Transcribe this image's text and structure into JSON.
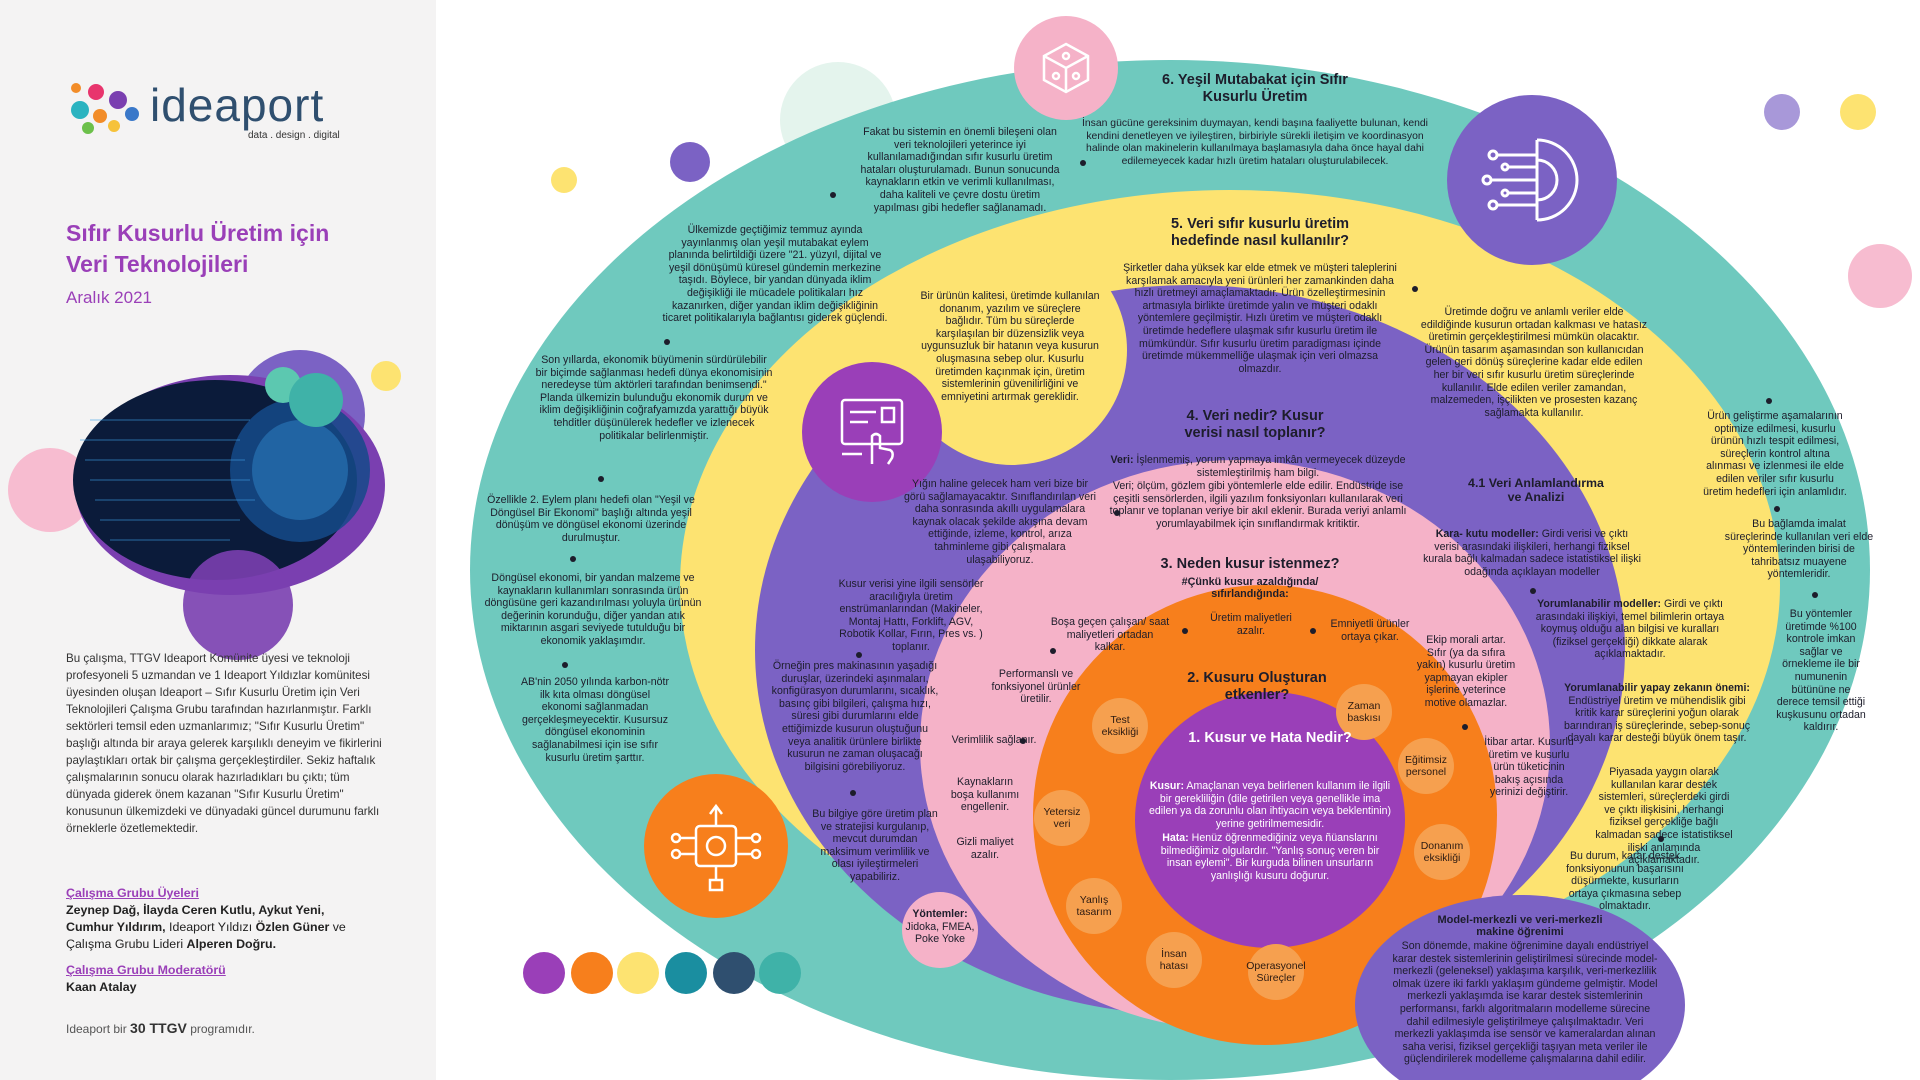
{
  "colors": {
    "purple": "#7b62c4",
    "teal": "#6fc9be",
    "yellow": "#fde371",
    "pink": "#f5b2c8",
    "orange": "#f77f1c",
    "magenta": "#9a3fb8",
    "navy": "#2f4f6f"
  },
  "sidebar": {
    "logo_word": "ideaport",
    "logo_tagline": "data . design . digital",
    "title_line1": "Sıfır Kusurlu Üretim için",
    "title_line2": "Veri Teknolojileri",
    "date": "Aralık 2021",
    "intro": "Bu çalışma, TTGV Ideaport Komünite üyesi ve teknoloji profesyoneli 5 uzmandan ve 1 Ideaport Yıldızlar komünitesi üyesinden oluşan Ideaport – Sıfır Kusurlu Üretim için Veri Teknolojileri Çalışma Grubu tarafından hazırlanmıştır. Farklı sektörleri temsil eden uzmanlarımız; \"Sıfır Kusurlu Üretim\" başlığı altında bir araya gelerek karşılıklı deneyim ve fikirlerini paylaştıkları ortak bir çalışma gerçekleştirdiler. Sekiz haftalık çalışmalarının sonucu olarak hazırladıkları bu çıktı; tüm dünyada giderek önem kazanan \"Sıfır Kusurlu Üretim\" konusunun ülkemizdeki ve dünyadaki güncel durumunu farklı örneklerle özetlemektedir.",
    "members_heading": "Çalışma Grubu Üyeleri",
    "members_line1": "Zeynep Dağ, İlayda Ceren Kutlu, Aykut Yeni,",
    "members_line2a": "Cumhur Yıldırım,",
    "members_line2b": " Ideaport Yıldızı ",
    "members_line2c": "Özlen Güner",
    "members_line2d": " ve",
    "members_line3a": "Çalışma Grubu Lideri ",
    "members_line3b": "Alperen Doğru.",
    "moderator_heading": "Çalışma Grubu Moderatörü",
    "moderator_name": "Kaan Atalay",
    "footer_pre": "Ideaport bir",
    "footer_logo": "30 TTGV",
    "footer_post": "programıdır."
  },
  "diagram": {
    "s6": {
      "title": "6. Yeşil Mutabakat için Sıfır Kusurlu Üretim",
      "p1": "İnsan gücüne gereksinim duymayan, kendi başına faaliyette bulunan, kendi kendini denetleyen ve iyileştiren, birbiriyle sürekli iletişim ve koordinasyon halinde olan makinelerin kullanılmaya başlamasıyla daha önce hayal dahi edilemeyecek kadar hızlı üretim hataları oluşturulabilecek.",
      "p2": "Fakat bu sistemin en önemli bileşeni olan veri teknolojileri yeterince iyi kullanılamadığından sıfır kusurlu üretim hataları oluşturulamadı. Bunun sonucunda kaynakların etkin ve verimli kullanılması, daha kaliteli ve çevre dostu üretim yapılması gibi hedefler sağlanamadı.",
      "p3": "Ülkemizde geçtiğimiz temmuz ayında yayınlanmış olan yeşil mutabakat eylem planında belirtildiği üzere \"21. yüzyıl, dijital ve yeşil dönüşümü küresel gündemin merkezine taşıdı. Böylece, bir yandan dünyada iklim değişikliği ile mücadele politikaları hız kazanırken, diğer yandan iklim değişikliğinin ticaret politikalarıyla bağlantısı giderek güçlendi.",
      "p4": "Son yıllarda, ekonomik büyümenin sürdürülebilir bir biçimde sağlanması hedefi dünya ekonomisinin neredeyse tüm aktörleri tarafından benimsendi.\" Planda ülkemizin bulunduğu ekonomik durum ve iklim değişikliğinin coğrafyamızda yarattığı büyük tehditler düşünülerek hedefler ve izlenecek politikalar belirlenmiştir.",
      "p5": "Özellikle 2. Eylem planı hedefi olan \"Yeşil ve Döngüsel Bir Ekonomi\" başlığı altında yeşil dönüşüm ve döngüsel ekonomi üzerinde durulmuştur.",
      "p6": "Döngüsel ekonomi, bir yandan malzeme ve kaynakların kullanımları sonrasında ürün döngüsüne geri kazandırılması yoluyla ürünün değerinin korunduğu, diğer yandan atık miktarının asgari seviyede tutulduğu bir ekonomik yaklaşımdır.",
      "p7": "AB'nin 2050 yılında karbon-nötr ilk kıta olması döngüsel ekonomi sağlanmadan gerçekleşmeyecektir. Kusursuz döngüsel ekonominin sağlanabilmesi için ise sıfır kusurlu üretim şarttır.",
      "r1": "Ürün geliştirme aşamalarının optimize edilmesi, kusurlu ürünün hızlı tespit edilmesi, süreçlerin kontrol altına alınması ve izlenmesi ile elde edilen veriler sıfır kusurlu üretim hedefleri için anlamlıdır.",
      "r2": "Bu bağlamda imalat süreçlerinde kullanılan veri elde yöntemlerinden birisi de tahribatsız muayene yöntemleridir.",
      "r3": "Bu yöntemler üretimde %100 kontrole imkan sağlar ve örnekleme ile bir numunenin bütününe ne derece temsil ettiği kuşkusunu ortadan kaldırır."
    },
    "s5": {
      "title": "5. Veri sıfır kusurlu üretim hedefinde nasıl kullanılır?",
      "p1": "Şirketler daha yüksek kar elde etmek ve müşteri taleplerini karşılamak amacıyla yeni ürünleri her zamankinden daha hızlı üretmeyi amaçlamaktadır. Ürün özelleştirmesinin artmasıyla birlikte üretimde yalın ve müşteri odaklı yöntemlere geçilmiştir. Hızlı üretim ve müşteri odaklı üretimde hedeflere ulaşmak sıfır kusurlu üretim ile mümkündür. Sıfır kusurlu üretim paradigması içinde üretimde mükemmelliğe ulaşmak için veri olmazsa olmazdır.",
      "p2": "Üretimde doğru ve anlamlı veriler elde edildiğinde kusurun ortadan kalkması ve hatasız üretimin gerçekleştirilmesi mümkün olacaktır. Ürünün tasarım aşamasından son kullanıcıdan gelen geri dönüş süreçlerine kadar elde edilen her bir veri sıfır kusurlu üretim süreçlerinde kullanılır. Elde edilen veriler zamandan, malzemeden, işçilikten ve prosesten kazanç sağlamakta kullanılır.",
      "bubble": "Bir ürünün kalitesi, üretimde kullanılan donanım, yazılım ve süreçlere bağlıdır. Tüm bu süreçlerde karşılaşılan bir düzensizlik veya uygunsuzluk bir hatanın veya kusurun oluşmasına sebep olur. Kusurlu üretimden kaçınmak için, üretim sistemlerinin güvenilirliğini ve emniyetini artırmak gereklidir."
    },
    "s4": {
      "title": "4. Veri nedir? Kusur verisi nasıl toplanır?",
      "p1_label": "Veri:",
      "p1": " İşlenmemiş, yorum yapmaya imkân vermeyecek düzeyde sistemleştirilmiş ham bilgi.",
      "p2": "Veri; ölçüm, gözlem gibi yöntemlerle elde edilir. Endüstride ise çeşitli sensörlerden, ilgili yazılım fonksiyonları kullanılarak veri toplanır ve toplanan veriye bir akıl eklenir. Burada veriyi anlamlı yorumlayabilmek için sınıflandırmak kritiktir.",
      "p3": "Yığın haline gelecek ham veri bize bir görü sağlamayacaktır. Sınıflandırılan veri daha sonrasında akıllı uygulamalara kaynak olacak şekilde akışına devam ettiğinde, izleme, kontrol, arıza tahminleme gibi çalışmalara ulaşabiliyoruz.",
      "p4": "Kusur verisi yine ilgili sensörler aracılığıyla üretim enstrümanlarından (Makineler, Montaj Hattı, Forklift, AGV, Robotik Kollar, Fırın, Pres vs. ) toplanır.",
      "p5": "Örneğin pres makinasının yaşadığı duruşlar, üzerindeki aşınmaları, konfigürasyon durumlarını, sıcaklık, basınç gibi bilgileri, çalışma hızı, süresi gibi durumlarını elde ettiğimizde kusurun oluştuğunu veya analitik ürünlere birlikte kusurun ne zaman oluşacağı bilgisini görebiliyoruz.",
      "p6": "Bu bilgiye göre üretim plan ve stratejisi kurgulanıp, mevcut durumdan maksimum verimlilik ve olası iyileştirmeleri yapabiliriz.",
      "methods_title": "Yöntemler:",
      "methods": "Jidoka, FMEA, Poke Yoke"
    },
    "s41": {
      "title": "4.1 Veri Anlamlandırma ve Analizi",
      "p1_label": "Kara- kutu modeller:",
      "p1": " Girdi verisi ve çıktı verisi arasındaki ilişkileri, herhangi fiziksel kurala bağlı kalmadan sadece istatistiksel ilişki odağında açıklayan modeller",
      "p2_label": "Yorumlanabilir modeller:",
      "p2": " Girdi ve çıktı arasındaki ilişkiyi, temel bilimlerin ortaya koymuş olduğu alan bilgisi ve kuralları (fiziksel gerçekliği) dikkate alarak açıklamaktadır.",
      "p3_label": "Yorumlanabilir yapay zekanın önemi:",
      "p3": " Endüstriyel üretim ve mühendislik gibi kritik karar süreçlerini yoğun olarak barındıran iş süreçlerinde, sebep-sonuç dayalı karar desteği büyük önem taşır.",
      "p4": "Piyasada yaygın olarak kullanılan karar destek sistemleri, süreçlerdeki girdi ve çıktı ilişkisini, herhangi fiziksel gerçekliğe bağlı kalmadan sadece istatistiksel ilişki anlamında açıklamaktadır.",
      "p5": "Bu durum, karar destek fonksiyonunun başarısını düşürmekte, kusurların ortaya çıkmasına sebep olmaktadır.",
      "mm_title": "Model-merkezli ve veri-merkezli makine öğrenimi",
      "mm": "Son dönemde, makine öğrenimine dayalı endüstriyel karar destek sistemlerinin geliştirilmesi sürecinde model-merkezli (geleneksel) yaklaşıma karşılık, veri-merkezlilik olmak üzere iki farklı yaklaşım gündeme gelmiştir. Model merkezli yaklaşımda ise karar destek sistemlerinin performansı, farklı algoritmaların modelleme sürecine dahil edilmesiyle geliştirilmeye çalışılmaktadır. Veri merkezli yaklaşımda ise sensör ve kameralardan alınan saha verisi, fiziksel gerçekliği taşıyan meta veriler ile güçlendirilerek modelleme çalışmalarına dahil edilir."
    },
    "s3": {
      "title": "3. Neden kusur istenmez?",
      "subtitle": "#Çünkü kusur azaldığında/ sıfırlandığında:",
      "items": [
        "Boşa geçen çalışan/ saat maliyetleri ortadan kalkar.",
        "Üretim maliyetleri azalır.",
        "Emniyetli ürünler ortaya çıkar.",
        "Performanslı ve fonksiyonel ürünler üretilir.",
        "Ekip morali artar. Sıfır (ya da sıfıra yakın) kusurlu üretim yapmayan ekipler işlerine yeterince motive olamazlar.",
        "Verimlilik sağlanır.",
        "Kaynakların boşa kullanımı engellenir.",
        "İtibar artar. Kusurlu üretim ve kusurlu ürün tüketicinin bakış açısında yerinizi değiştirir.",
        "Gizli maliyet azalır."
      ]
    },
    "s2": {
      "title": "2. Kusuru Oluşturan etkenler?",
      "chips": [
        "Test eksikliği",
        "Zaman baskısı",
        "Eğitimsiz personel",
        "Yetersiz veri",
        "Donanım eksikliği",
        "Yanlış tasarım",
        "İnsan hatası",
        "Operasyonel Süreçler"
      ]
    },
    "s1": {
      "title": "1. Kusur ve Hata Nedir?",
      "kusur_label": "Kusur:",
      "kusur": " Amaçlanan veya belirlenen kullanım ile ilgili bir gerekliliğin (dile getirilen veya genellikle ima edilen ya da zorunlu olan ihtiyacın veya beklentinin) yerine getirilmemesidir.",
      "hata_label": "Hata:",
      "hata": " Henüz öğrenmediğiniz veya ñüanslarını bilmediğimiz olgulardır. \"Yanlış sonuç veren bir insan eylemi\". Bir kurguda bilinen unsurların yanlışlığı kusuru doğurur."
    },
    "icons": [
      "circuit-box-icon",
      "ai-chip-icon",
      "touch-dashboard-icon",
      "process-gear-icon"
    ]
  }
}
